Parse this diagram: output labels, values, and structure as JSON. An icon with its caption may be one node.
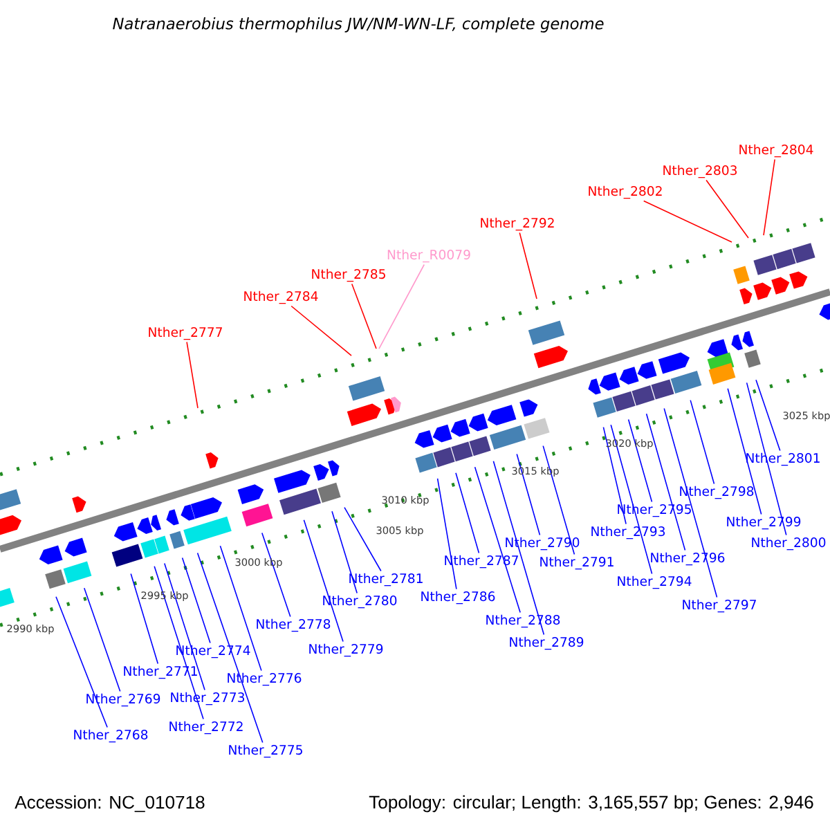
{
  "diagram": {
    "title": "Natranaerobius thermophilus JW/NM-WN-LF, complete genome",
    "nodes": [
      {
        "text": [
          "Nther_2768"
        ]
      },
      {
        "text": [
          "Nther_2769"
        ]
      },
      {
        "text": [
          "Nther_2771"
        ]
      },
      {
        "text": [
          "Nther_2772"
        ]
      },
      {
        "text": [
          "Nther_2773"
        ]
      },
      {
        "text": [
          "Nther_2774"
        ]
      },
      {
        "text": [
          "Nther_2775"
        ]
      },
      {
        "text": [
          "Nther_2776"
        ]
      },
      {
        "text": [
          "Nther_2777"
        ]
      },
      {
        "text": [
          "Nther_2778"
        ]
      },
      {
        "text": [
          "Nther_2779"
        ]
      },
      {
        "text": [
          "Nther_2780"
        ]
      },
      {
        "text": [
          "Nther_2781"
        ]
      },
      {
        "text": [
          "Nther_2784"
        ]
      },
      {
        "text": [
          "Nther_2785"
        ]
      },
      {
        "text": [
          "Nther_R0079"
        ]
      },
      {
        "text": [
          "Nther_2786"
        ]
      },
      {
        "text": [
          "Nther_2787"
        ]
      },
      {
        "text": [
          "Nther_2788"
        ]
      },
      {
        "text": [
          "Nther_2789"
        ]
      },
      {
        "text": [
          "Nther_2790"
        ]
      },
      {
        "text": [
          "Nther_2791"
        ]
      },
      {
        "text": [
          "Nther_2792"
        ]
      },
      {
        "text": [
          "Nther_2793"
        ]
      },
      {
        "text": [
          "Nther_2794"
        ]
      },
      {
        "text": [
          "Nther_2795"
        ]
      },
      {
        "text": [
          "Nther_2796"
        ]
      },
      {
        "text": [
          "Nther_2797"
        ]
      },
      {
        "text": [
          "Nther_2798"
        ]
      },
      {
        "text": [
          "Nther_2799"
        ]
      },
      {
        "text": [
          "Nther_2800"
        ]
      },
      {
        "text": [
          "Nther_2801"
        ]
      },
      {
        "text": [
          "Nther_2802"
        ]
      },
      {
        "text": [
          "Nther_2803"
        ]
      },
      {
        "text": [
          "Nther_2804"
        ]
      }
    ],
    "edges": [
      {
        "from": 0,
        "to": null,
        "arrow": "none"
      },
      {
        "from": 1,
        "to": null,
        "arrow": "none"
      },
      {
        "from": 2,
        "to": null,
        "arrow": "none"
      },
      {
        "from": 3,
        "to": null,
        "arrow": "none"
      },
      {
        "from": 4,
        "to": null,
        "arrow": "none"
      },
      {
        "from": 5,
        "to": null,
        "arrow": "none"
      },
      {
        "from": 6,
        "to": null,
        "arrow": "none"
      },
      {
        "from": 7,
        "to": null,
        "arrow": "none"
      },
      {
        "from": 8,
        "to": null,
        "arrow": "none",
        "color": "#ff0000"
      },
      {
        "from": 9,
        "to": null,
        "arrow": "none"
      },
      {
        "from": 10,
        "to": null,
        "arrow": "none"
      },
      {
        "from": 11,
        "to": null,
        "arrow": "none"
      },
      {
        "from": 12,
        "to": null,
        "arrow": "none"
      },
      {
        "from": 13,
        "to": null,
        "arrow": "none",
        "color": "#ff0000"
      },
      {
        "from": 14,
        "to": null,
        "arrow": "none",
        "color": "#ff0000"
      },
      {
        "from": 15,
        "to": null,
        "arrow": "none",
        "color": "#ff99cc"
      },
      {
        "from": 16,
        "to": null,
        "arrow": "none"
      },
      {
        "from": 17,
        "to": null,
        "arrow": "none"
      },
      {
        "from": 18,
        "to": null,
        "arrow": "none"
      },
      {
        "from": 19,
        "to": null,
        "arrow": "none"
      },
      {
        "from": 20,
        "to": null,
        "arrow": "none"
      },
      {
        "from": 21,
        "to": null,
        "arrow": "none"
      },
      {
        "from": 22,
        "to": null,
        "arrow": "none",
        "color": "#ff0000"
      },
      {
        "from": 23,
        "to": null,
        "arrow": "none"
      },
      {
        "from": 24,
        "to": null,
        "arrow": "none"
      },
      {
        "from": 25,
        "to": null,
        "arrow": "none"
      },
      {
        "from": 26,
        "to": null,
        "arrow": "none"
      },
      {
        "from": 27,
        "to": null,
        "arrow": "none"
      },
      {
        "from": 28,
        "to": null,
        "arrow": "none"
      },
      {
        "from": 29,
        "to": null,
        "arrow": "none"
      },
      {
        "from": 30,
        "to": null,
        "arrow": "none"
      },
      {
        "from": 31,
        "to": null,
        "arrow": "none"
      },
      {
        "from": 32,
        "to": null,
        "arrow": "none",
        "color": "#ff0000"
      },
      {
        "from": 33,
        "to": null,
        "arrow": "none",
        "color": "#ff0000"
      },
      {
        "from": 34,
        "to": null,
        "arrow": "none",
        "color": "#ff0000"
      }
    ],
    "labels": [
      "2990 kbp",
      "2995 kbp",
      "3000 kbp",
      "3005 kbp",
      "3010 kbp",
      "3015 kbp",
      "3020 kbp",
      "3025 kbp",
      "Accession: NC_010718",
      "Topology: circular; Length: 3,165,557 bp; Genes: 2,946"
    ]
  }
}
